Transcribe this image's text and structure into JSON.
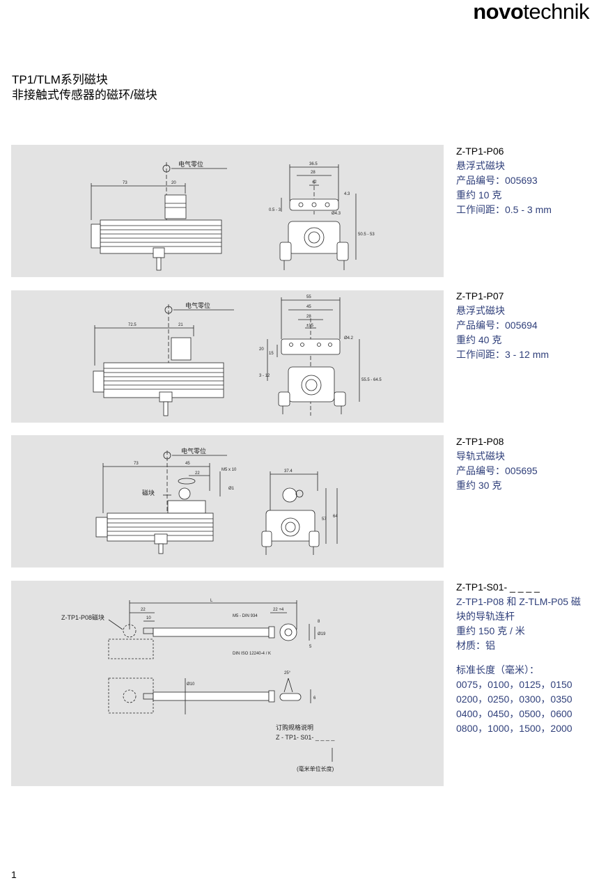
{
  "header": {
    "brand_bold": "novo",
    "brand_light": "technik"
  },
  "title": {
    "line1": "TP1/TLM系列磁块",
    "line2": "非接触式传感器的磁环/磁块"
  },
  "products": [
    {
      "code": "Z-TP1-P06",
      "lines": [
        "悬浮式磁块",
        "产品编号：005693",
        "重约 10 克",
        "工作间距：0.5 - 3 mm"
      ],
      "drawing": {
        "zero": "电气零位",
        "d1": "73",
        "d2": "20",
        "t1": "36.5",
        "t2": "28",
        "t3": "±2",
        "t4": "4.3",
        "t5": "0.5 - 3",
        "t6": "50.5 - 53",
        "t7": "Ø4.3"
      }
    },
    {
      "code": "Z-TP1-P07",
      "lines": [
        "悬浮式磁块",
        "产品编号：005694",
        "重约 40 克",
        "工作间距：3 - 12 mm"
      ],
      "drawing": {
        "zero": "电气零位",
        "d1": "72.5",
        "d2": "21",
        "t1": "55",
        "t2": "45",
        "t3": "28",
        "t4": "±15",
        "t5": "20",
        "t6": "15",
        "t7": "3 - 12",
        "t8": "55.5 - 64.5",
        "t9": "Ø4.2"
      }
    },
    {
      "code": "Z-TP1-P08",
      "lines": [
        "导轨式磁块",
        "产品编号：005695",
        "重约 30 克"
      ],
      "drawing": {
        "zero": "电气零位",
        "d1": "73",
        "d2": "45",
        "d3": "22",
        "d4": "M5 x 10",
        "d5": "Ø1",
        "label": "磁块",
        "t1": "37.4",
        "t2": "57",
        "t3": "64"
      }
    },
    {
      "code": "Z-TP1-S01- _ _ _ _",
      "lines": [
        "Z-TP1-P08 和 Z-TLM-P05 磁块的导轨连杆",
        "重约 150 克 / 米",
        "材质：铝"
      ],
      "lengths_title": "标准长度（毫米）：",
      "lengths": [
        "0075，0100，0125，0150",
        "0200，0250，0300，0350",
        "0400，0450，0500，0600",
        "0800，1000，1500，2000"
      ],
      "drawing": {
        "label": "Z-TP1-P08磁块",
        "L": "L",
        "d22": "22",
        "d10": "10",
        "m5": "M5 - DIN 934",
        "d22b": "22 +4",
        "iso": "DIN ISO 12240-4 / K",
        "d8": "8",
        "d19": "Ø19",
        "d5": "5",
        "d10b": "Ø10",
        "a25": "25°",
        "d6": "6",
        "order_title": "订购规格说明",
        "order_code": "Z - TP1- S01- _ _ _ _",
        "order_note": "(毫米单位长度)"
      }
    }
  ],
  "page_number": "1"
}
